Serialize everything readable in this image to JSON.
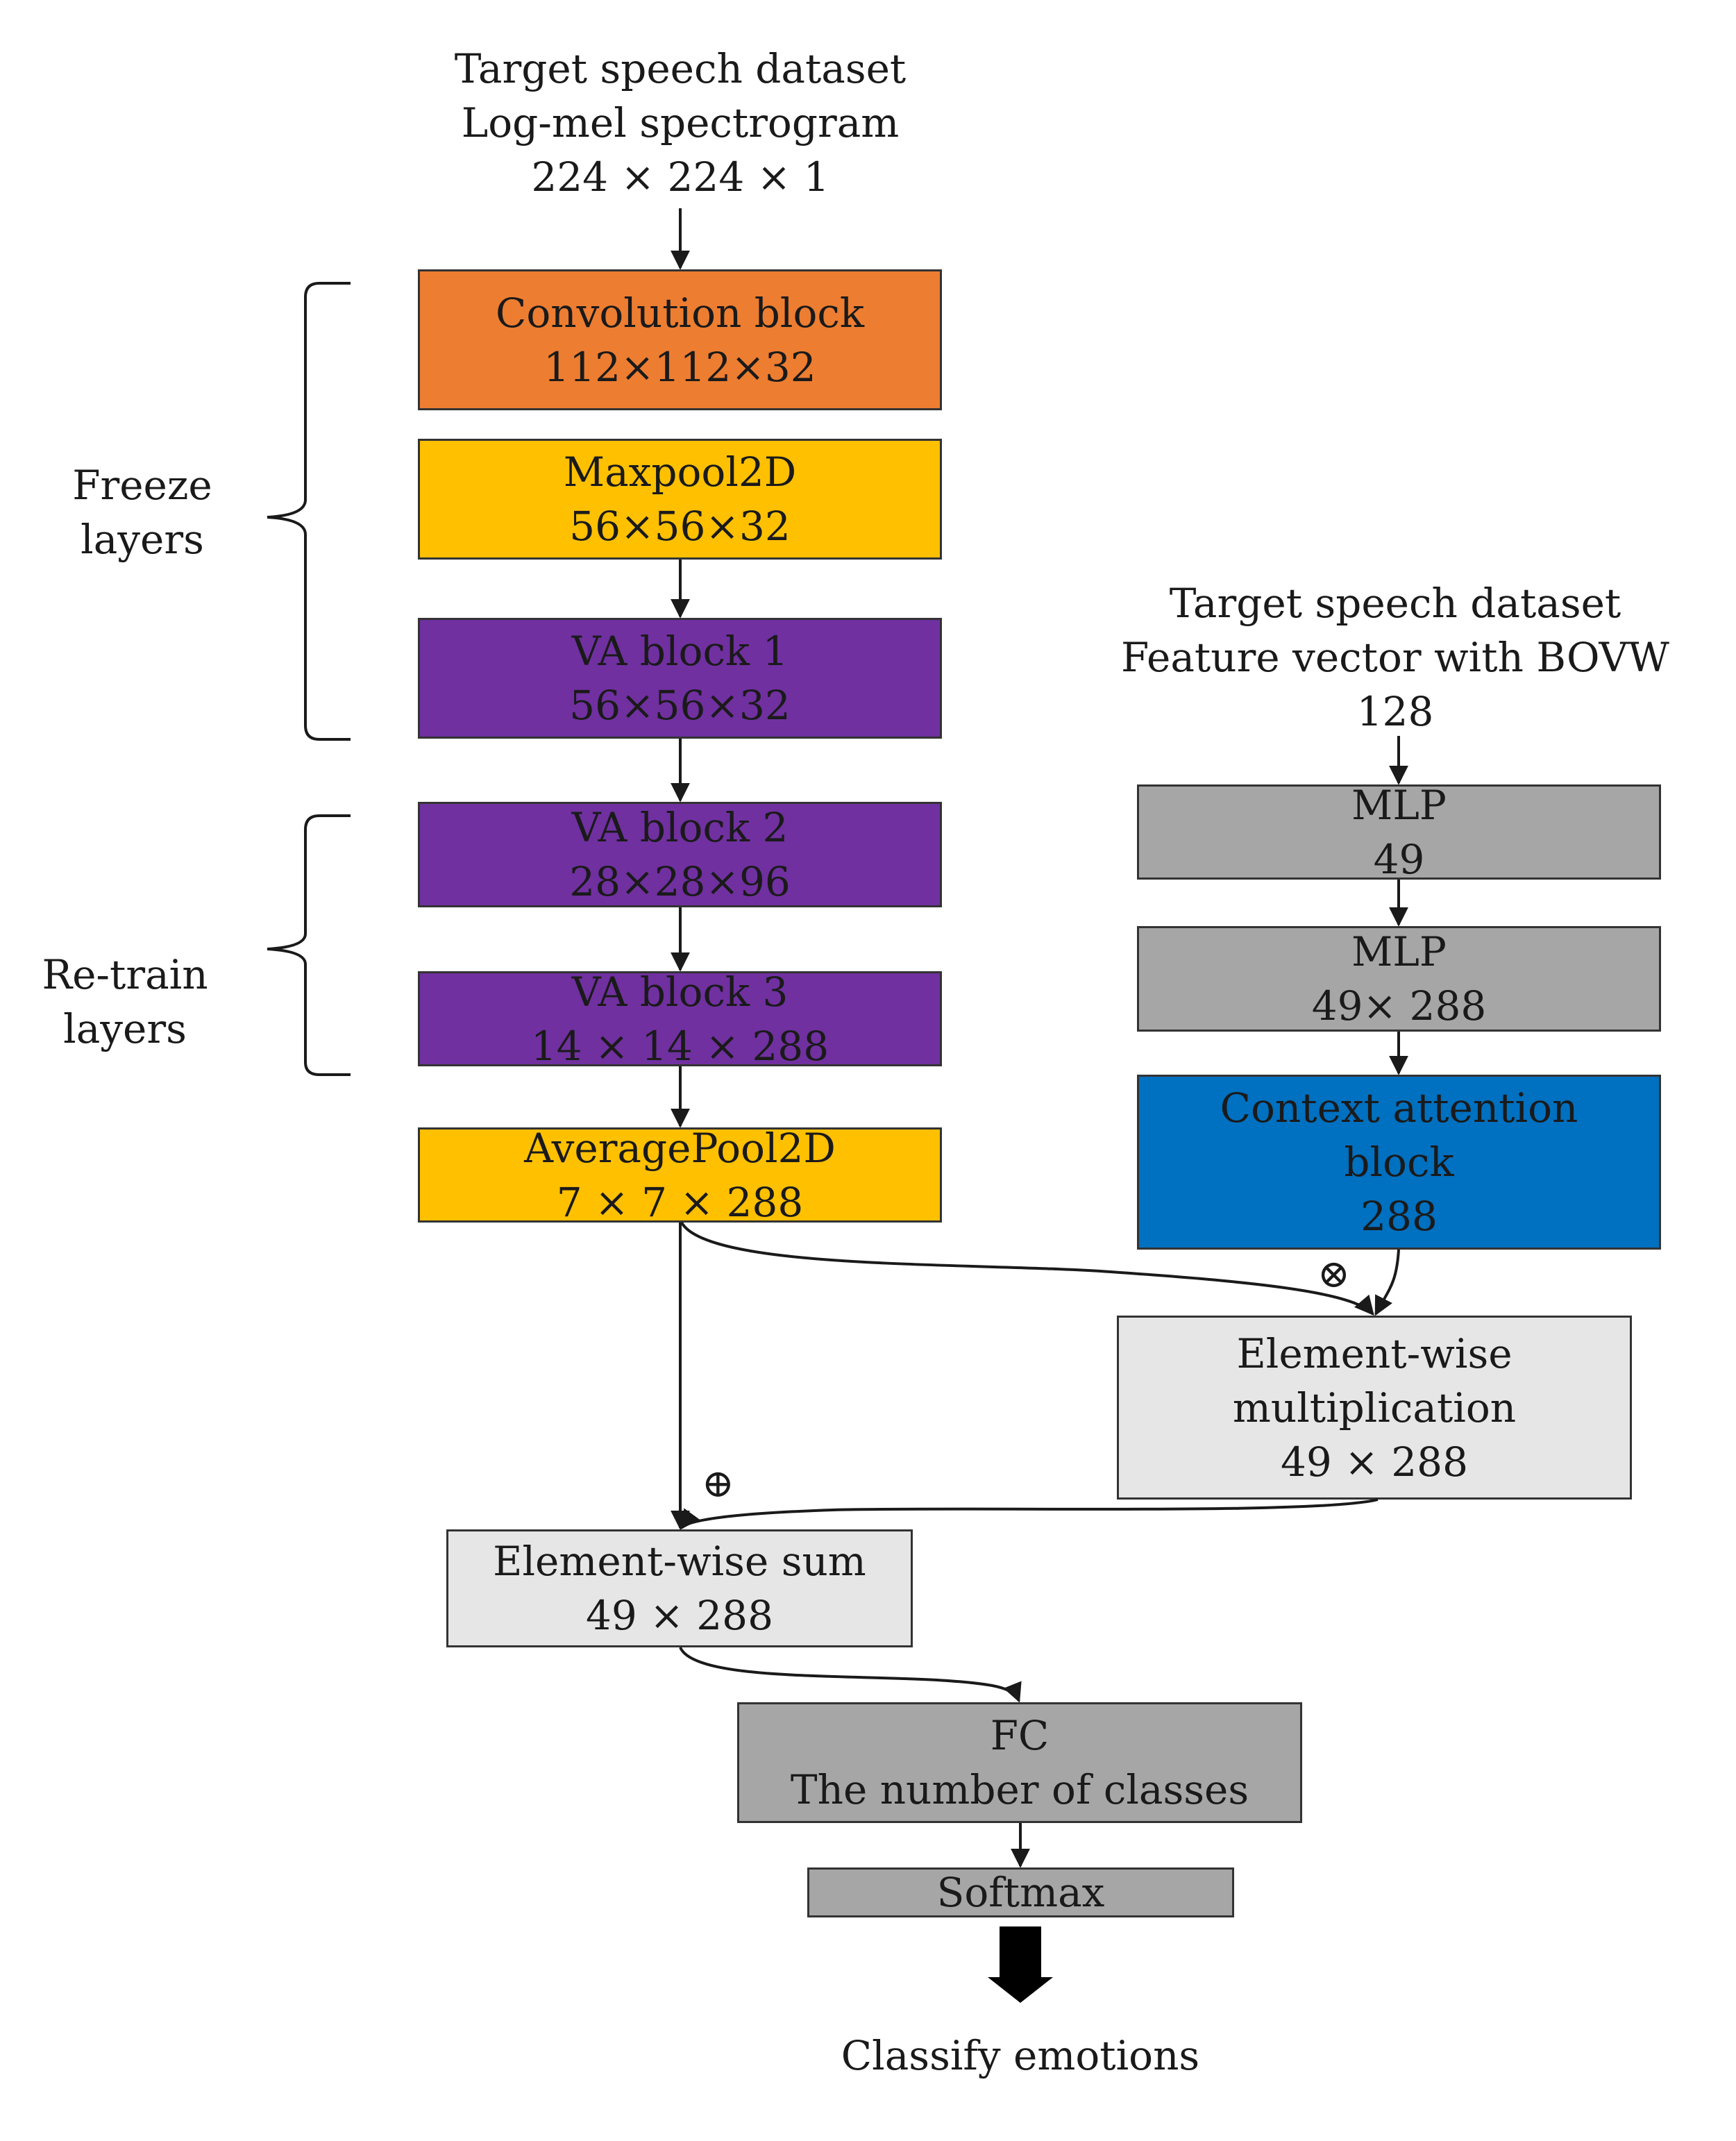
{
  "colors": {
    "conv": "#ED7D31",
    "pool": "#FFC000",
    "va": "#7030A0",
    "mlp": "#A6A6A6",
    "context": "#0070C0",
    "light": "#E7E6E6",
    "fc": "#A6A6A6"
  },
  "input_top": {
    "line1": "Target speech dataset",
    "line2": "Log-mel spectrogram",
    "line3": "224 × 224 × 1"
  },
  "input_right": {
    "line1": "Target speech dataset",
    "line2": "Feature vector with BOVW",
    "line3": "128"
  },
  "groups": {
    "freeze": {
      "line1": "Freeze",
      "line2": "layers"
    },
    "retrain": {
      "line1": "Re-train",
      "line2": "layers"
    }
  },
  "blocks": {
    "conv": {
      "line1": "Convolution  block",
      "line2": "112×112×32"
    },
    "maxpool": {
      "line1": "Maxpool2D",
      "line2": "56×56×32"
    },
    "va1": {
      "line1": "VA block 1",
      "line2": "56×56×32"
    },
    "va2": {
      "line1": "VA block 2",
      "line2": "28×28×96"
    },
    "va3": {
      "line1": "VA block 3",
      "line2": "14 × 14 × 288"
    },
    "avgpool": {
      "line1": "AveragePool2D",
      "line2": "7 × 7 × 288"
    },
    "mlp1": {
      "line1": "MLP",
      "line2": "49"
    },
    "mlp2": {
      "line1": "MLP",
      "line2": "49× 288"
    },
    "context": {
      "line1": "Context attention",
      "line2": "block",
      "line3": "288"
    },
    "mult": {
      "line1": "Element-wise",
      "line2": "multiplication",
      "line3": "49 × 288"
    },
    "sum": {
      "line1": "Element-wise  sum",
      "line2": "49 × 288"
    },
    "fc": {
      "line1": "FC",
      "line2": "The number of classes"
    },
    "softmax": {
      "line1": "Softmax"
    }
  },
  "operators": {
    "multiply": "⊗",
    "add": "⊕"
  },
  "output": {
    "label": "Classify  emotions"
  }
}
